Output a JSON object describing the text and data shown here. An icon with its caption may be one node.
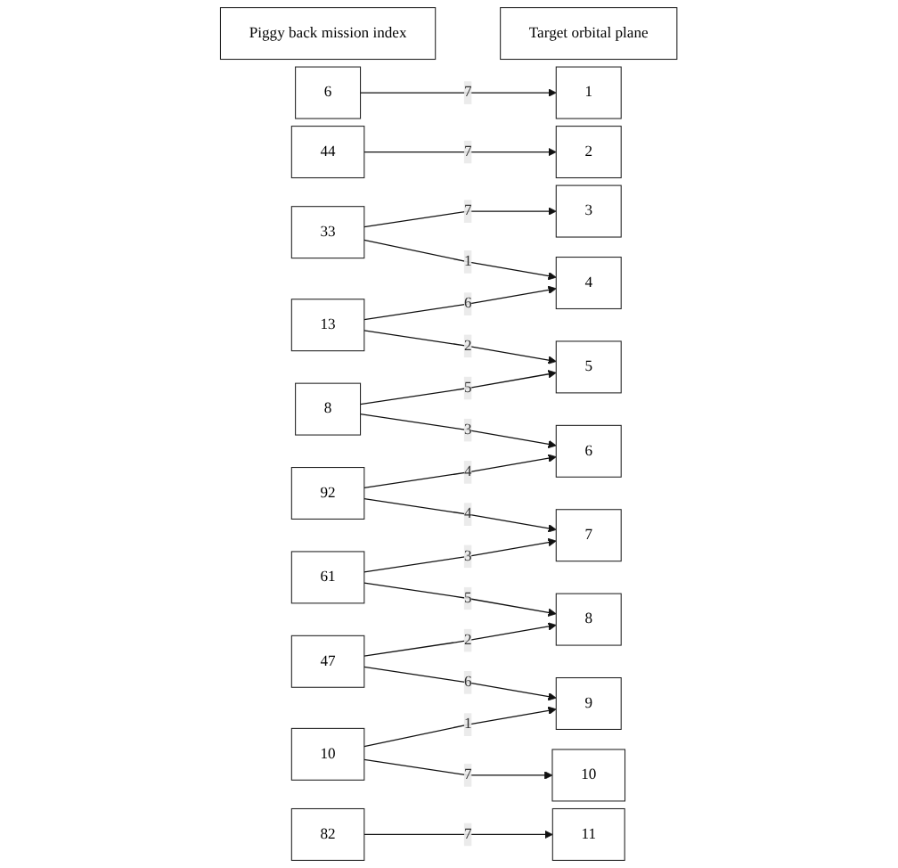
{
  "diagram": {
    "nodes": [
      {
        "text": [
          "Piggy back mission index"
        ]
      },
      {
        "text": [
          "Target orbital plane"
        ]
      },
      {
        "text": [
          "6"
        ]
      },
      {
        "text": [
          "44"
        ]
      },
      {
        "text": [
          "33"
        ]
      },
      {
        "text": [
          "13"
        ]
      },
      {
        "text": [
          "8"
        ]
      },
      {
        "text": [
          "92"
        ]
      },
      {
        "text": [
          "61"
        ]
      },
      {
        "text": [
          "47"
        ]
      },
      {
        "text": [
          "10"
        ]
      },
      {
        "text": [
          "82"
        ]
      },
      {
        "text": [
          "1"
        ]
      },
      {
        "text": [
          "2"
        ]
      },
      {
        "text": [
          "3"
        ]
      },
      {
        "text": [
          "4"
        ]
      },
      {
        "text": [
          "5"
        ]
      },
      {
        "text": [
          "6"
        ]
      },
      {
        "text": [
          "7"
        ]
      },
      {
        "text": [
          "8"
        ]
      },
      {
        "text": [
          "9"
        ]
      },
      {
        "text": [
          "10"
        ]
      },
      {
        "text": [
          "11"
        ]
      }
    ],
    "edges": [
      {
        "from": 2,
        "to": 12,
        "arrow": "to",
        "label": "7"
      },
      {
        "from": 3,
        "to": 13,
        "arrow": "to",
        "label": "7"
      },
      {
        "from": 4,
        "to": 14,
        "arrow": "to",
        "label": "7"
      },
      {
        "from": 4,
        "to": 15,
        "arrow": "to",
        "label": "1"
      },
      {
        "from": 5,
        "to": 15,
        "arrow": "to",
        "label": "6"
      },
      {
        "from": 5,
        "to": 16,
        "arrow": "to",
        "label": "2"
      },
      {
        "from": 6,
        "to": 16,
        "arrow": "to",
        "label": "5"
      },
      {
        "from": 6,
        "to": 17,
        "arrow": "to",
        "label": "3"
      },
      {
        "from": 7,
        "to": 17,
        "arrow": "to",
        "label": "4"
      },
      {
        "from": 7,
        "to": 18,
        "arrow": "to",
        "label": "4"
      },
      {
        "from": 8,
        "to": 18,
        "arrow": "to",
        "label": "3"
      },
      {
        "from": 8,
        "to": 19,
        "arrow": "to",
        "label": "5"
      },
      {
        "from": 9,
        "to": 19,
        "arrow": "to",
        "label": "2"
      },
      {
        "from": 9,
        "to": 20,
        "arrow": "to",
        "label": "6"
      },
      {
        "from": 10,
        "to": 20,
        "arrow": "to",
        "label": "1"
      },
      {
        "from": 10,
        "to": 21,
        "arrow": "to",
        "label": "7"
      },
      {
        "from": 11,
        "to": 22,
        "arrow": "to",
        "label": "7"
      }
    ]
  }
}
